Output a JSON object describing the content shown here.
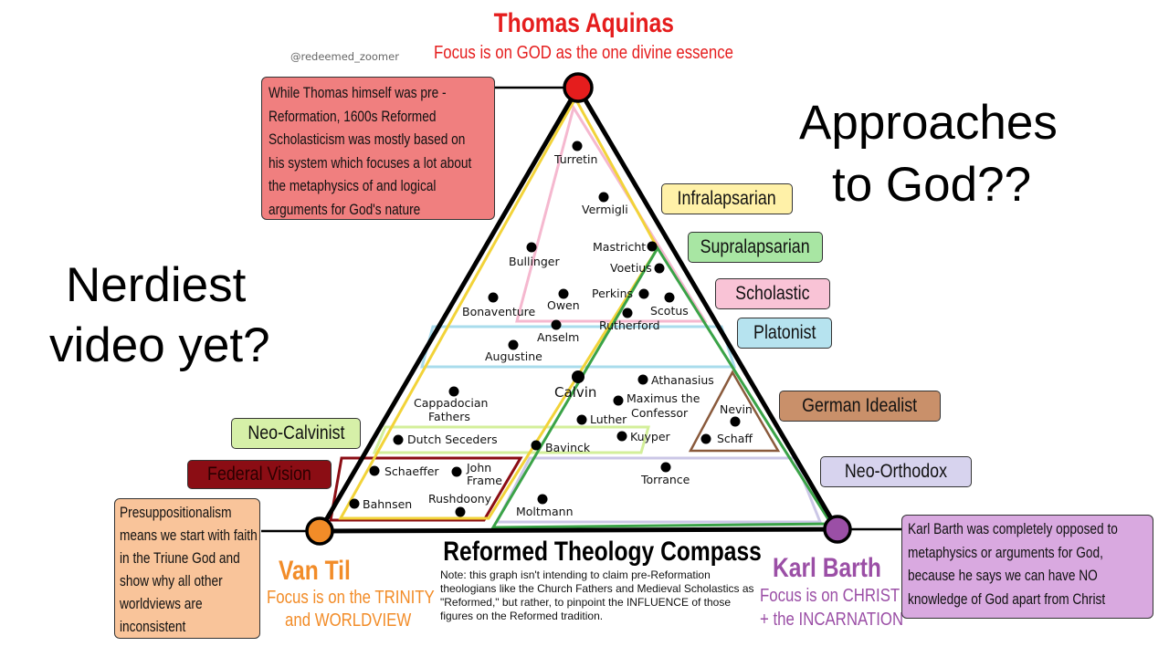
{
  "watermark": "@redeemed_zoomer",
  "top_vertex": {
    "name": "Thomas Aquinas",
    "focus": "Focus is on GOD as the one divine essence",
    "note": "While Thomas himself was pre - Reformation, 1600s Reformed Scholasticism was mostly based on his system which focuses a lot about the metaphysics of and logical arguments for God's nature",
    "color": "#e51d1d",
    "note_bg": "#f07f7f"
  },
  "left_vertex": {
    "name": "Van Til",
    "focus_line1": "Focus is on the TRINITY",
    "focus_line2": "and WORLDVIEW",
    "note": "Presuppositionalism means we start with faith in the Triune God and show why all other worldviews are inconsistent",
    "color": "#f28c28",
    "note_bg": "#f9c49a"
  },
  "right_vertex": {
    "name": "Karl Barth",
    "focus_line1": "Focus is on CHRIST",
    "focus_line2": "+ the INCARNATION",
    "note": "Karl Barth was completely opposed to metaphysics or arguments for God, because he says we can have NO knowledge of God apart from Christ",
    "color": "#9b4fa6",
    "note_bg": "#d9a9e0"
  },
  "side_text_left": [
    "Nerdiest",
    "video yet?"
  ],
  "side_text_right": [
    "Approaches",
    "to God??"
  ],
  "compass_title": "Reformed Theology Compass",
  "compass_note": "Note: this graph isn't intending to claim pre-Reformation theologians like the Church Fathers and Medieval Scholastics as \"Reformed,\" but rather, to pinpoint the INFLUENCE of those figures on the Reformed tradition.",
  "labels": {
    "infralapsarian": {
      "text": "Infralapsarian",
      "color": "#fff1a8"
    },
    "supralapsarian": {
      "text": "Supralapsarian",
      "color": "#a8e6a3"
    },
    "scholastic": {
      "text": "Scholastic",
      "color": "#f9c3d6"
    },
    "platonist": {
      "text": "Platonist",
      "color": "#b6e3ef"
    },
    "german_idealist": {
      "text": "German Idealist",
      "color": "#c9906a"
    },
    "neo_calvinist": {
      "text": "Neo-Calvinist",
      "color": "#d6f0a8"
    },
    "federal_vision": {
      "text": "Federal Vision",
      "color": "#8b0d14"
    },
    "neo_orthodox": {
      "text": "Neo-Orthodox",
      "color": "#d7d3ee"
    }
  },
  "theologians": {
    "turretin": "Turretin",
    "vermigli": "Vermigli",
    "bullinger": "Bullinger",
    "mastricht": "Mastricht",
    "voetius": "Voetius",
    "perkins": "Perkins",
    "scotus": "Scotus",
    "bonaventure": "Bonaventure",
    "owen": "Owen",
    "rutherford": "Rutherford",
    "anselm": "Anselm",
    "augustine": "Augustine",
    "calvin": "Calvin",
    "athanasius": "Athanasius",
    "maximus_1": "Maximus the",
    "maximus_2": "Confessor",
    "cappadocian_1": "Cappadocian",
    "cappadocian_2": "Fathers",
    "luther": "Luther",
    "nevin": "Nevin",
    "schaff": "Schaff",
    "dutch_seceders": "Dutch Seceders",
    "kuyper": "Kuyper",
    "bavinck": "Bavinck",
    "schaeffer": "Schaeffer",
    "john_frame_1": "John",
    "john_frame_2": "Frame",
    "torrance": "Torrance",
    "rushdoony": "Rushdoony",
    "bahnsen": "Bahnsen",
    "moltmann": "Moltmann"
  }
}
